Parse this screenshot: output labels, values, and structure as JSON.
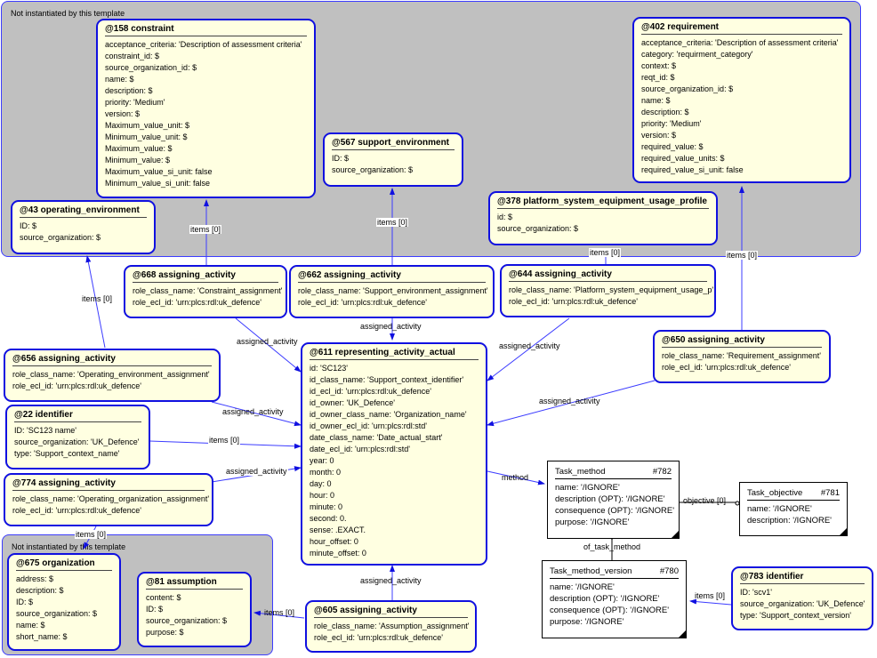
{
  "regions": {
    "top": {
      "label": "Not instantiated by this template"
    },
    "bottom": {
      "label": "Not instantiated by this template"
    }
  },
  "entities": {
    "e158": {
      "title": "@158 constraint",
      "attrs": [
        "acceptance_criteria: 'Description of assessment criteria'",
        "constraint_id: $",
        "source_organization_id: $",
        "name: $",
        "description: $",
        "priority: 'Medium'",
        "version: $",
        "Maximum_value_unit: $",
        "Minimum_value_unit: $",
        "Maximum_value: $",
        "Minimum_value: $",
        "Maximum_value_si_unit: false",
        "Minimum_value_si_unit: false"
      ]
    },
    "e402": {
      "title": "@402 requirement",
      "attrs": [
        "acceptance_criteria: 'Description of assessment criteria'",
        "category: 'requirment_category'",
        "context: $",
        "reqt_id: $",
        "source_organization_id: $",
        "name: $",
        "description: $",
        "priority: 'Medium'",
        "version: $",
        "required_value: $",
        "required_value_units: $",
        "required_value_si_unit: false"
      ]
    },
    "e567": {
      "title": "@567 support_environment",
      "attrs": [
        "ID: $",
        "source_organization: $"
      ]
    },
    "e378": {
      "title": "@378 platform_system_equipment_usage_profile",
      "attrs": [
        "id: $",
        "source_organization: $"
      ]
    },
    "e43": {
      "title": "@43 operating_environment",
      "attrs": [
        "ID: $",
        "source_organization: $"
      ]
    },
    "e668": {
      "title": "@668 assigning_activity",
      "attrs": [
        "role_class_name: 'Constraint_assignment'",
        "role_ecl_id: 'urn:plcs:rdl:uk_defence'"
      ]
    },
    "e662": {
      "title": "@662 assigning_activity",
      "attrs": [
        "role_class_name: 'Support_environment_assignment'",
        "role_ecl_id: 'urn:plcs:rdl:uk_defence'"
      ]
    },
    "e644": {
      "title": "@644 assigning_activity",
      "attrs": [
        "role_class_name: 'Platform_system_equipment_usage_p'",
        "role_ecl_id: 'urn:plcs:rdl:uk_defence'"
      ]
    },
    "e650": {
      "title": "@650 assigning_activity",
      "attrs": [
        "role_class_name: 'Requirement_assignment'",
        "role_ecl_id: 'urn:plcs:rdl:uk_defence'"
      ]
    },
    "e656": {
      "title": "@656 assigning_activity",
      "attrs": [
        "role_class_name: 'Operating_environment_assignment'",
        "role_ecl_id: 'urn:plcs:rdl:uk_defence'"
      ]
    },
    "e22": {
      "title": "@22 identifier",
      "attrs": [
        "ID: 'SC123 name'",
        "source_organization: 'UK_Defence'",
        "type: 'Support_context_name'"
      ]
    },
    "e774": {
      "title": "@774 assigning_activity",
      "attrs": [
        "role_class_name: 'Operating_organization_assignment'",
        "role_ecl_id: 'urn:plcs:rdl:uk_defence'"
      ]
    },
    "e611": {
      "title": "@611 representing_activity_actual",
      "attrs": [
        "id: 'SC123'",
        "id_class_name: 'Support_context_identifier'",
        "id_ecl_id: 'urn:plcs:rdl:uk_defence'",
        "id_owner: 'UK_Defence'",
        "id_owner_class_name: 'Organization_name'",
        "id_owner_ecl_id: 'urn:plcs:rdl:std'",
        "date_class_name: 'Date_actual_start'",
        "date_ecl_id: 'urn:plcs:rdl:std'",
        "year: 0",
        "month: 0",
        "day: 0",
        "hour: 0",
        "minute: 0",
        "second: 0.",
        "sense: .EXACT.",
        "hour_offset: 0",
        "minute_offset: 0"
      ]
    },
    "e675": {
      "title": "@675 organization",
      "attrs": [
        "address: $",
        "description: $",
        "ID: $",
        "source_organization: $",
        "name: $",
        "short_name: $"
      ]
    },
    "e81": {
      "title": "@81 assumption",
      "attrs": [
        "content: $",
        "ID: $",
        "source_organization: $",
        "purpose: $"
      ]
    },
    "e605": {
      "title": "@605 assigning_activity",
      "attrs": [
        "role_class_name: 'Assumption_assignment'",
        "role_ecl_id: 'urn:plcs:rdl:uk_defence'"
      ]
    },
    "e783": {
      "title": "@783 identifier",
      "attrs": [
        "ID: 'scv1'",
        "source_organization: 'UK_Defence'",
        "type: 'Support_context_version'"
      ]
    }
  },
  "templates": {
    "t782": {
      "name": "Task_method",
      "id": "#782",
      "attrs": [
        "name: '/IGNORE'",
        "description (OPT): '/IGNORE'",
        "consequence (OPT): '/IGNORE'",
        "purpose: '/IGNORE'"
      ]
    },
    "t781": {
      "name": "Task_objective",
      "id": "#781",
      "attrs": [
        "name: '/IGNORE'",
        "description: '/IGNORE'"
      ]
    },
    "t780": {
      "name": "Task_method_version",
      "id": "#780",
      "attrs": [
        "name: '/IGNORE'",
        "description (OPT): '/IGNORE'",
        "consequence (OPT): '/IGNORE'",
        "purpose: '/IGNORE'"
      ]
    }
  },
  "link_labels": {
    "items_158": "items [0]",
    "items_567": "items [0]",
    "items_378": "items [0]",
    "items_402": "items [0]",
    "items_43": "items [0]",
    "assigned_668": "assigned_activity",
    "assigned_662": "assigned_activity",
    "assigned_644": "assigned_activity",
    "assigned_650": "assigned_activity",
    "assigned_656": "assigned_activity",
    "items_22": "items [0]",
    "assigned_774": "assigned_activity",
    "items_675": "items [0]",
    "method": "method",
    "objective": "objective [0]",
    "of_task_method": "of_task_method",
    "assigned_605": "assigned_activity",
    "items_81": "items [0]",
    "items_783": "items [0]"
  },
  "colors": {
    "entity_fill": "#ffffe1",
    "entity_border": "#1010e0",
    "region_fill": "#c0c0c0",
    "link": "#3c3cff"
  }
}
